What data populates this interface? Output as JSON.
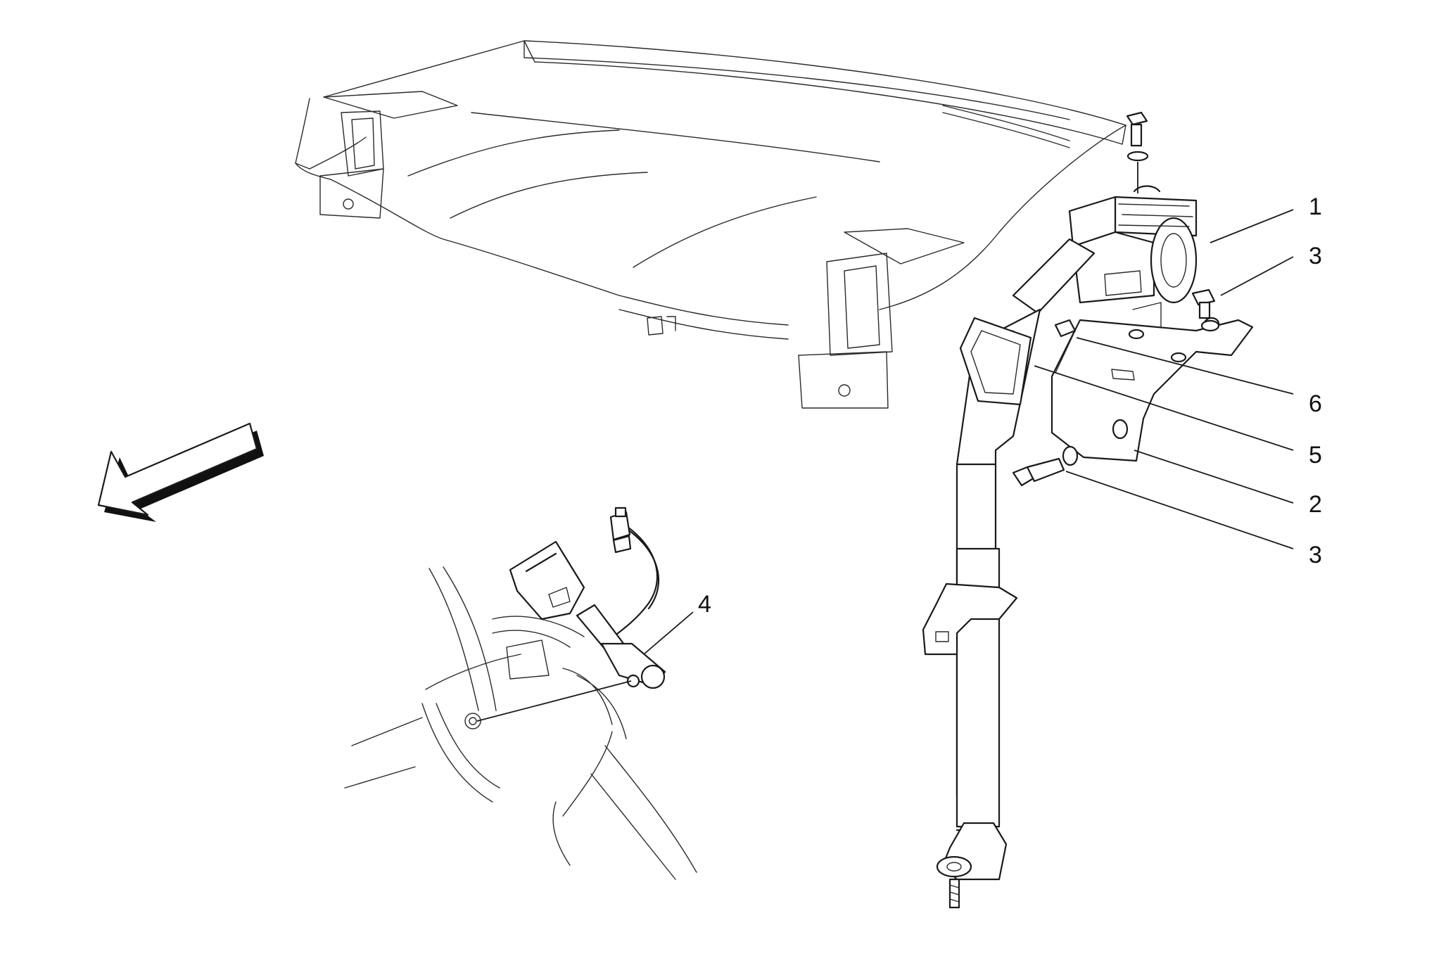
{
  "callouts": [
    {
      "id": "c1",
      "label": "1",
      "part": "seat-belt-retractor"
    },
    {
      "id": "c3a",
      "label": "3",
      "part": "bolt-retractor"
    },
    {
      "id": "c6",
      "label": "6",
      "part": "bracket-nut"
    },
    {
      "id": "c5",
      "label": "5",
      "part": "belt-guide-loop"
    },
    {
      "id": "c2",
      "label": "2",
      "part": "mounting-bracket"
    },
    {
      "id": "c3b",
      "label": "3",
      "part": "bolt-bracket"
    },
    {
      "id": "c4",
      "label": "4",
      "part": "seat-belt-buckle"
    }
  ],
  "icons": {
    "direction": "front-direction-arrow-icon"
  }
}
